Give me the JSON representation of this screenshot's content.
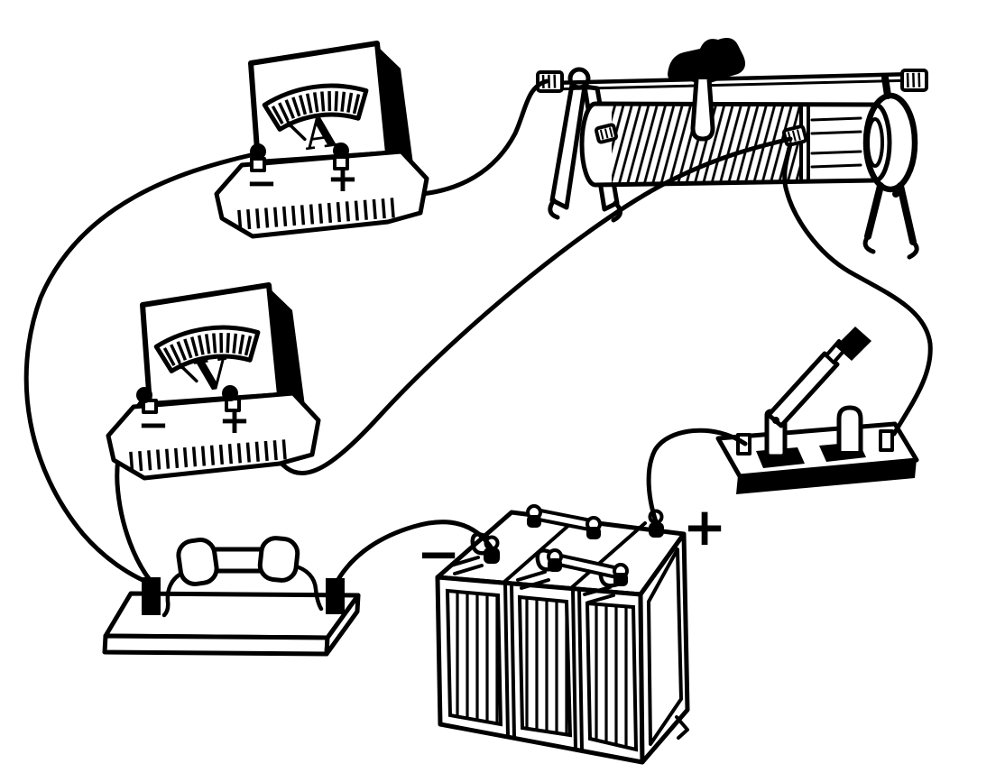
{
  "figure": {
    "kind": "circuit-lab-line-drawing",
    "ink_color": "#000000",
    "paper_color": "#ffffff",
    "components": [
      "ammeter",
      "voltmeter",
      "rheostat",
      "knife-switch",
      "battery",
      "resistor-on-base"
    ]
  },
  "ammeter": {
    "dial_letter": "A",
    "minus": "−",
    "plus": "+"
  },
  "voltmeter": {
    "dial_letter": "V",
    "minus": "−",
    "plus": "+"
  },
  "battery": {
    "minus": "−",
    "plus": "+"
  }
}
